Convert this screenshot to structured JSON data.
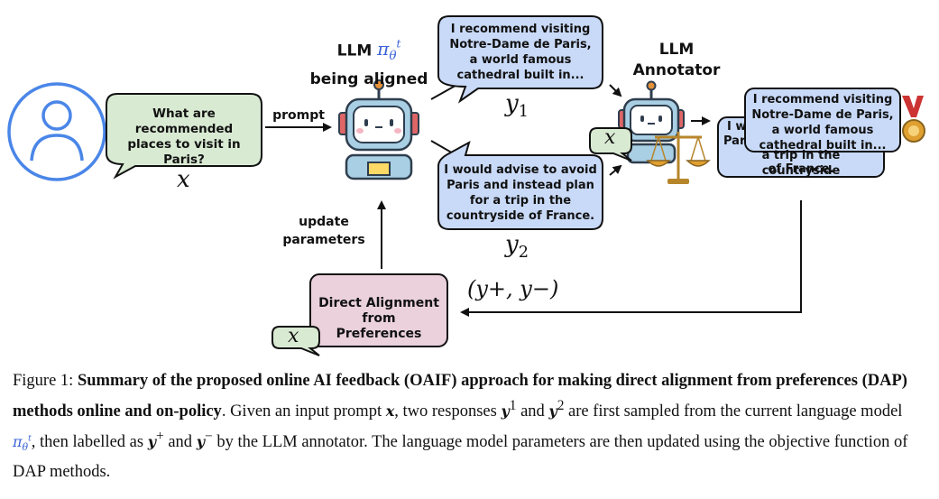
{
  "diagram": {
    "user_prompt": "What are recommended places to visit in Paris?",
    "prompt_math": "x",
    "arrow_prompt_label": "prompt",
    "policy_label": "LLM",
    "policy_symbol": "π",
    "policy_sub": "θ",
    "policy_sup": "t",
    "policy_label_line2": "being aligned",
    "response1": "I recommend visiting Notre-Dame de Paris, a world famous cathedral built in...",
    "response1_math": "y",
    "response1_sub": "1",
    "response2": "I would advise to avoid Paris and instead plan for a trip in the countryside of France.",
    "response2_math": "y",
    "response2_sub": "2",
    "annotator_line1": "LLM",
    "annotator_line2": "Annotator",
    "annotator_input": "x",
    "winner_text": "I recommend visiting Notre-Dame de Paris, a world famous cathedral built in...",
    "loser_text_line1": "I w",
    "loser_text_line2": "Par",
    "loser_text_line3": "a trip in the countryside",
    "loser_text_line4": "of France.",
    "pair_math": "(y+, y−)",
    "dap_box": "Direct Alignment from Preferences",
    "dap_input": "x",
    "update_label": "update parameters"
  },
  "caption": {
    "prefix": "Figure 1: ",
    "bold": "Summary of the proposed online AI feedback (OAIF) approach for making direct alignment from preferences (DAP) methods online and on-policy",
    "part1": ". Given an input prompt ",
    "x": "x",
    "part2": ", two responses ",
    "y": "y",
    "sup1": "1",
    "part3": " and ",
    "sup2": "2",
    "part4": " are first sampled from the current language model ",
    "pi": "π",
    "pi_sub": "θ",
    "pi_sup": "t",
    "part5": ", then labelled as ",
    "yplus_sup": "+",
    "part6": " and ",
    "yminus_sup": "−",
    "part7": " by the LLM annotator. The language model parameters are then updated using the objective function of DAP methods."
  },
  "colors": {
    "user_blue": "#4a86e8",
    "green_bubble": "#d9ead3",
    "blue_bubble": "#c9daf8",
    "pink_box": "#ead1dc",
    "robot_teal": "#a9cfe4",
    "robot_dark": "#2f3e4e",
    "medal_red": "#cc3333",
    "medal_gold": "#e0a030"
  }
}
